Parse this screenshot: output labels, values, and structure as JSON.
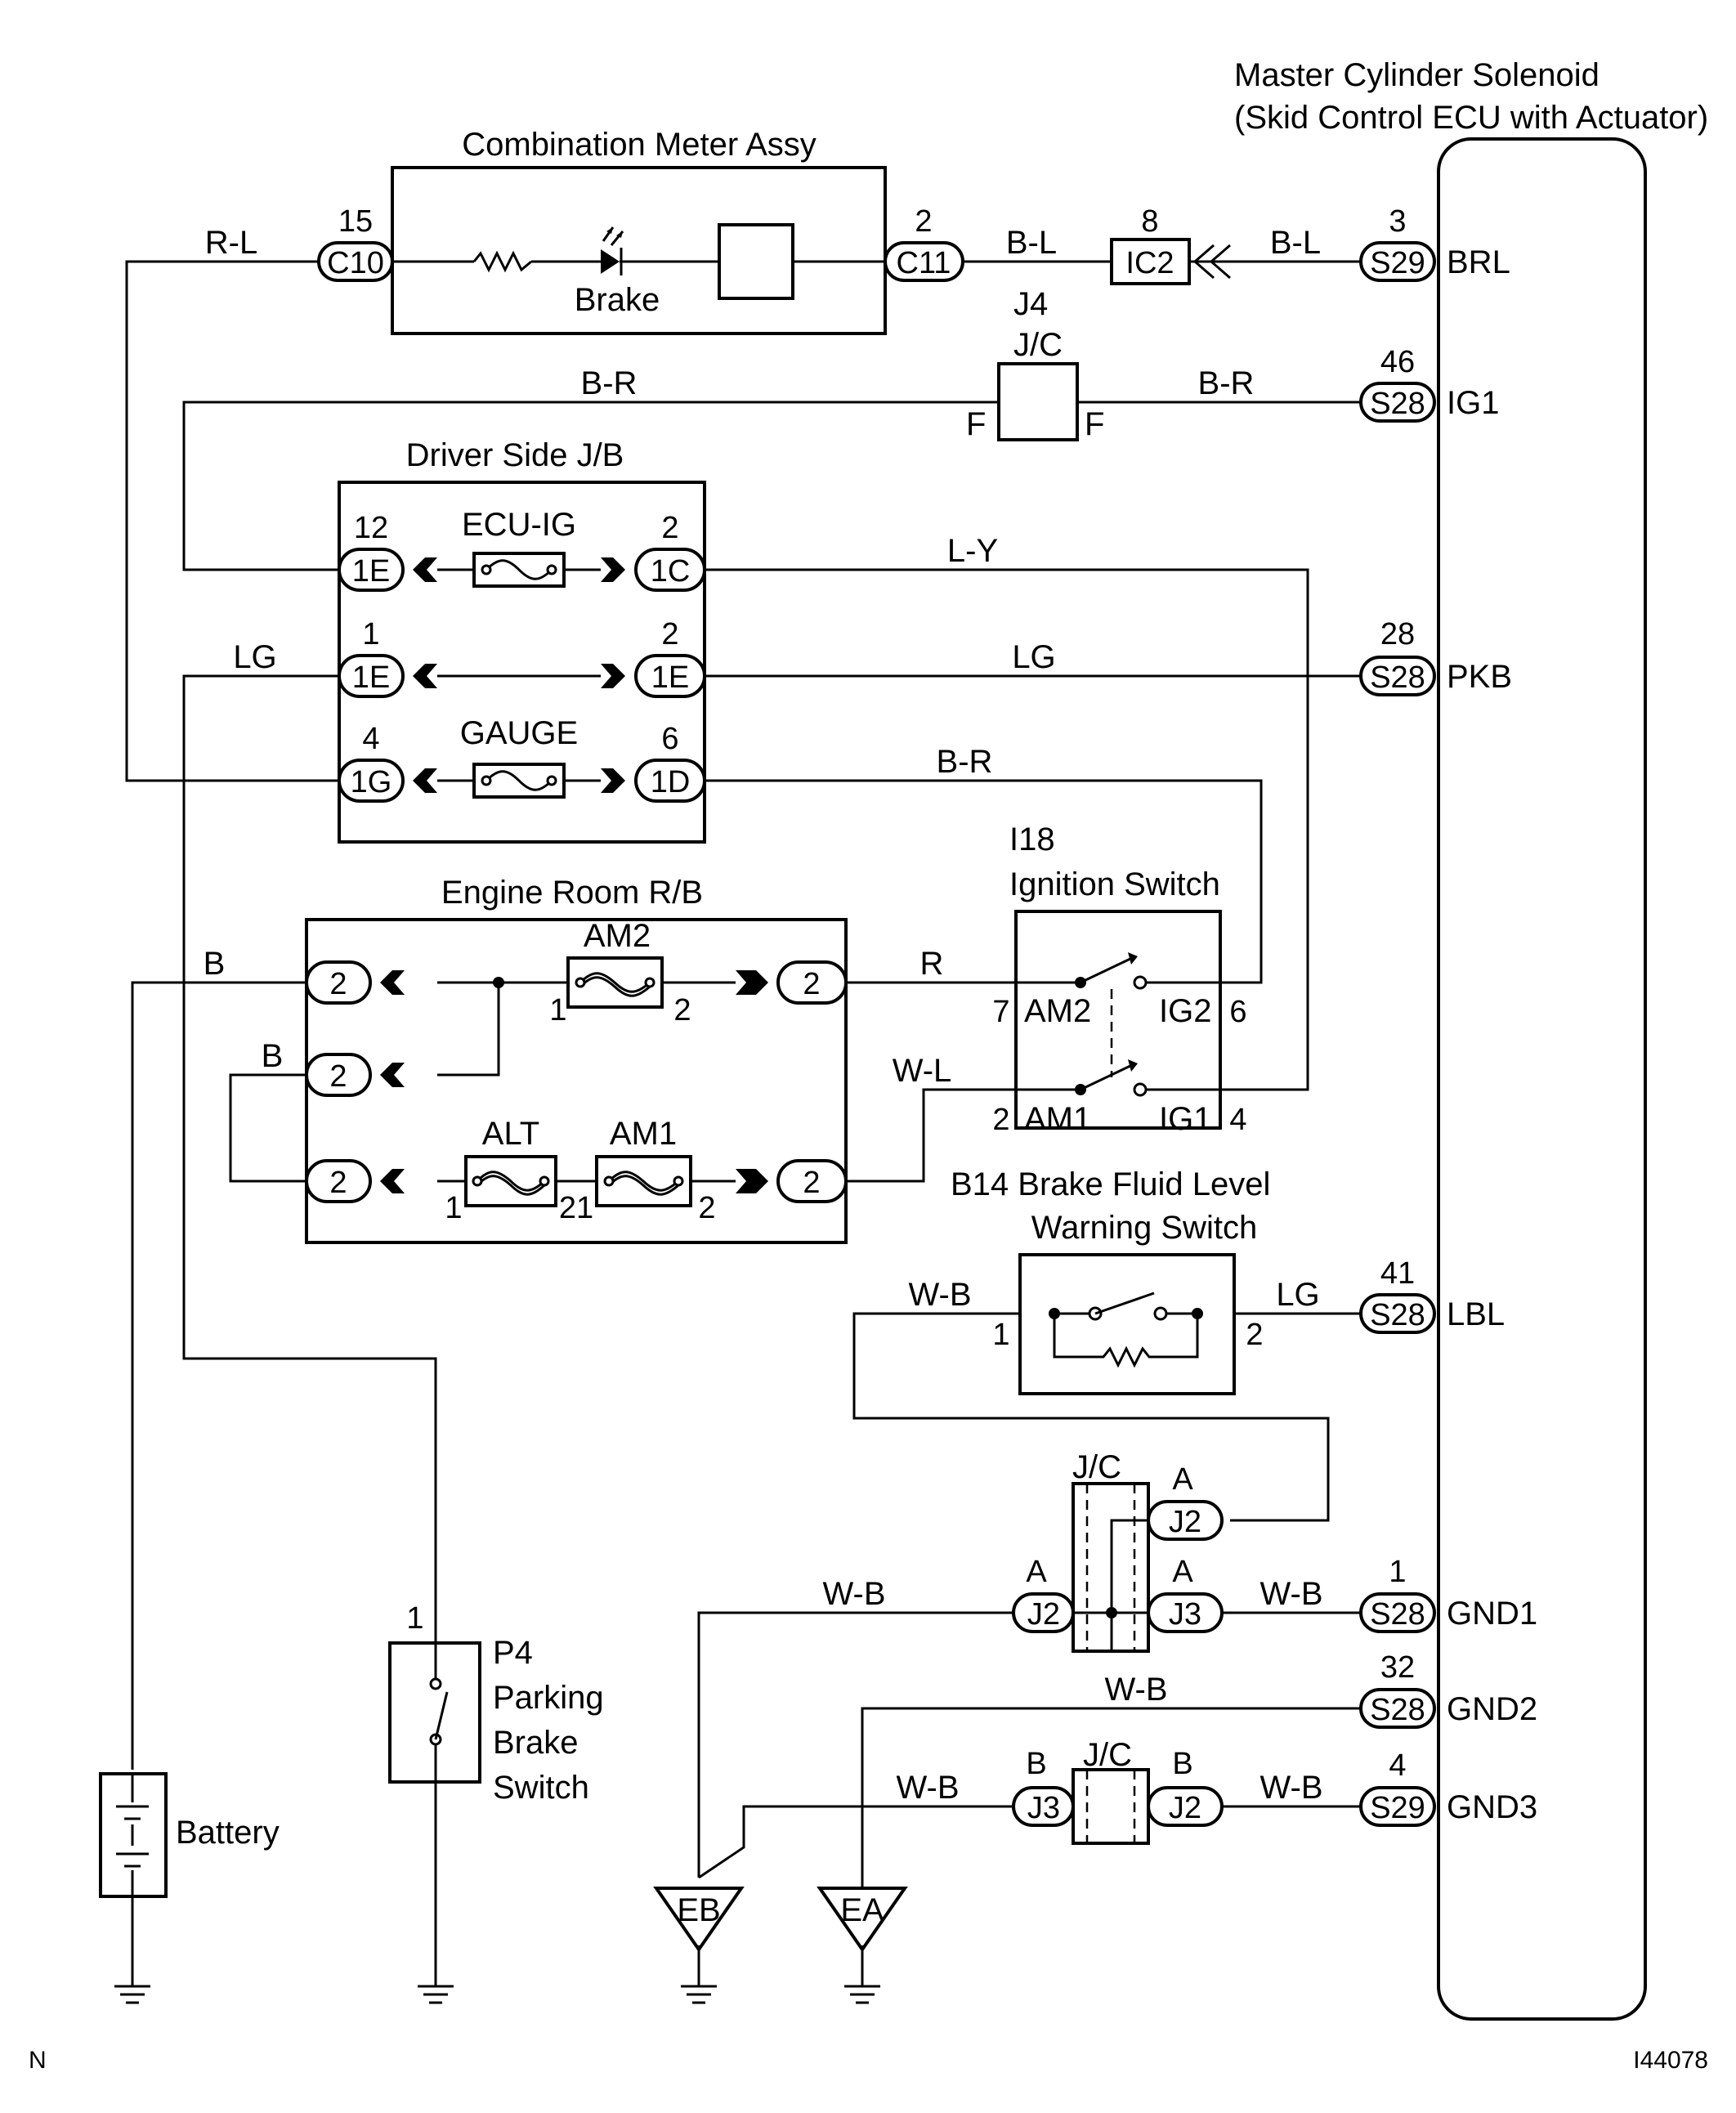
{
  "components": {
    "combination_meter": "Combination Meter Assy",
    "brake_indicator": "Brake",
    "master_cylinder_line1": "Master Cylinder Solenoid",
    "master_cylinder_line2": "(Skid Control ECU with Actuator)",
    "jc_top_id": "J4",
    "jc": "J/C",
    "jc_top_left_pin": "F",
    "jc_top_right_pin": "F",
    "driver_jb": "Driver Side J/B",
    "ecu_ig": "ECU-IG",
    "gauge": "GAUGE",
    "engine_rb": "Engine Room R/B",
    "am2_fuse": "AM2",
    "alt_fuse": "ALT",
    "am1_fuse": "AM1",
    "ignition_id": "I18",
    "ignition_name": "Ignition Switch",
    "sw_am2": "AM2",
    "sw_ig2": "IG2",
    "sw_am1": "AM1",
    "sw_ig1": "IG1",
    "brake_fluid_line1": "B14  Brake Fluid Level",
    "brake_fluid_line2": "Warning Switch",
    "parking_id": "P4",
    "parking_l1": "Parking",
    "parking_l2": "Brake",
    "parking_l3": "Switch",
    "battery": "Battery",
    "ground_eb": "EB",
    "ground_ea": "EA"
  },
  "terminals": {
    "brl": "BRL",
    "ig1": "IG1",
    "pkb": "PKB",
    "lbl": "LBL",
    "gnd1": "GND1",
    "gnd2": "GND2",
    "gnd3": "GND3"
  },
  "connectors": {
    "c10": "C10",
    "c11": "C11",
    "ic2": "IC2",
    "s29": "S29",
    "s28": "S28",
    "c1e": "1E",
    "c1c": "1C",
    "c1g": "1G",
    "c1d": "1D",
    "rb2": "2",
    "j2": "J2",
    "j3": "J3"
  },
  "pins": {
    "p15": "15",
    "p2": "2",
    "p8": "8",
    "p3": "3",
    "p46": "46",
    "p12": "12",
    "p1": "1",
    "p28": "28",
    "p4": "4",
    "p6": "6",
    "p7": "7",
    "p41": "41",
    "p32": "32",
    "p21": "21",
    "pA": "A",
    "pB": "B"
  },
  "wires": {
    "rl": "R-L",
    "bl": "B-L",
    "br": "B-R",
    "ly": "L-Y",
    "lg": "LG",
    "b": "B",
    "r": "R",
    "wl": "W-L",
    "wb": "W-B"
  },
  "footer": {
    "left": "N",
    "right": "I44078"
  }
}
